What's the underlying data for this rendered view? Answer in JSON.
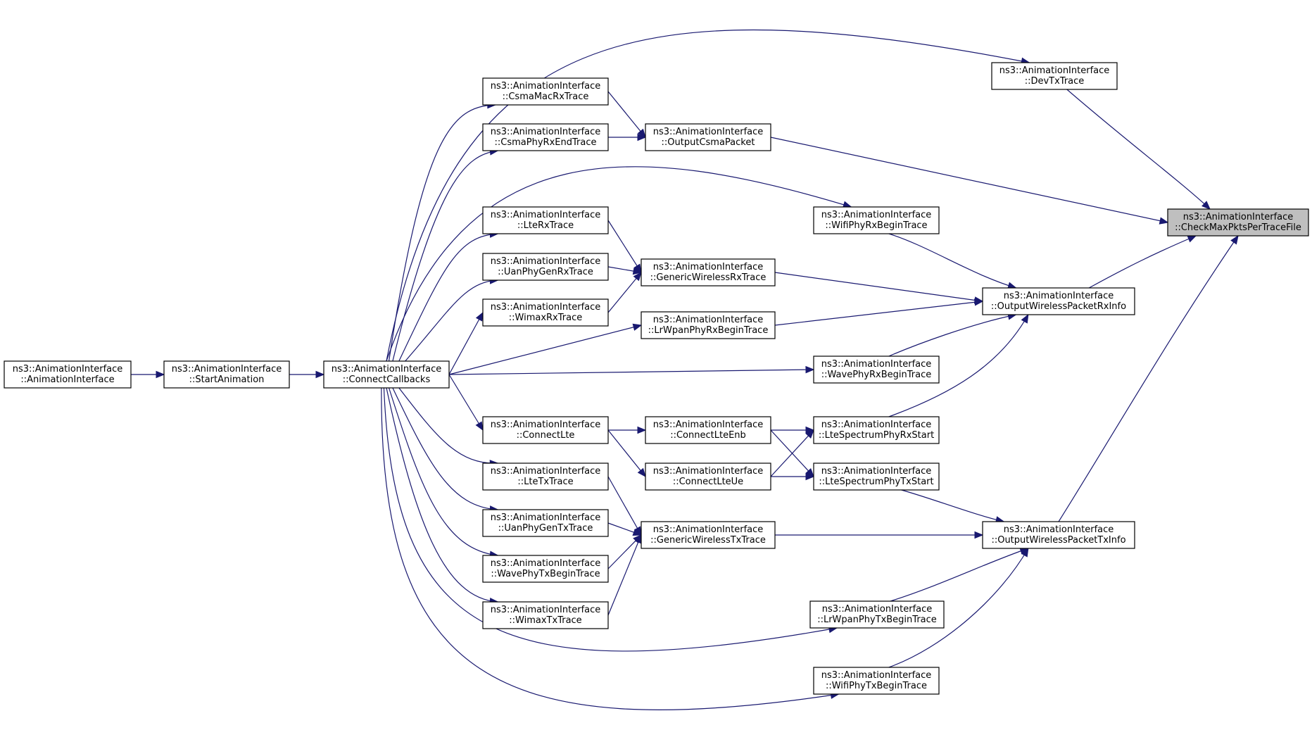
{
  "diagram": {
    "nodes": [
      {
        "id": "ctor",
        "line1": "ns3::AnimationInterface",
        "line2": "::AnimationInterface"
      },
      {
        "id": "startanim",
        "line1": "ns3::AnimationInterface",
        "line2": "::StartAnimation"
      },
      {
        "id": "connectcb",
        "line1": "ns3::AnimationInterface",
        "line2": "::ConnectCallbacks"
      },
      {
        "id": "csmamacrx",
        "line1": "ns3::AnimationInterface",
        "line2": "::CsmaMacRxTrace"
      },
      {
        "id": "csmaphyrxend",
        "line1": "ns3::AnimationInterface",
        "line2": "::CsmaPhyRxEndTrace"
      },
      {
        "id": "lterx",
        "line1": "ns3::AnimationInterface",
        "line2": "::LteRxTrace"
      },
      {
        "id": "uanrx",
        "line1": "ns3::AnimationInterface",
        "line2": "::UanPhyGenRxTrace"
      },
      {
        "id": "wimaxrx",
        "line1": "ns3::AnimationInterface",
        "line2": "::WimaxRxTrace"
      },
      {
        "id": "connectlte",
        "line1": "ns3::AnimationInterface",
        "line2": "::ConnectLte"
      },
      {
        "id": "ltetx",
        "line1": "ns3::AnimationInterface",
        "line2": "::LteTxTrace"
      },
      {
        "id": "uantx",
        "line1": "ns3::AnimationInterface",
        "line2": "::UanPhyGenTxTrace"
      },
      {
        "id": "wavetxbegin",
        "line1": "ns3::AnimationInterface",
        "line2": "::WavePhyTxBeginTrace"
      },
      {
        "id": "wimaxtx",
        "line1": "ns3::AnimationInterface",
        "line2": "::WimaxTxTrace"
      },
      {
        "id": "outcsma",
        "line1": "ns3::AnimationInterface",
        "line2": "::OutputCsmaPacket"
      },
      {
        "id": "genrx",
        "line1": "ns3::AnimationInterface",
        "line2": "::GenericWirelessRxTrace"
      },
      {
        "id": "lrwpanrxbegin",
        "line1": "ns3::AnimationInterface",
        "line2": "::LrWpanPhyRxBeginTrace"
      },
      {
        "id": "connectlteenb",
        "line1": "ns3::AnimationInterface",
        "line2": "::ConnectLteEnb"
      },
      {
        "id": "connectlteue",
        "line1": "ns3::AnimationInterface",
        "line2": "::ConnectLteUe"
      },
      {
        "id": "gentx",
        "line1": "ns3::AnimationInterface",
        "line2": "::GenericWirelessTxTrace"
      },
      {
        "id": "devtx",
        "line1": "ns3::AnimationInterface",
        "line2": "::DevTxTrace"
      },
      {
        "id": "wifirxbegin",
        "line1": "ns3::AnimationInterface",
        "line2": "::WifiPhyRxBeginTrace"
      },
      {
        "id": "waverxbegin",
        "line1": "ns3::AnimationInterface",
        "line2": "::WavePhyRxBeginTrace"
      },
      {
        "id": "ltespecrx",
        "line1": "ns3::AnimationInterface",
        "line2": "::LteSpectrumPhyRxStart"
      },
      {
        "id": "ltespectx",
        "line1": "ns3::AnimationInterface",
        "line2": "::LteSpectrumPhyTxStart"
      },
      {
        "id": "lrwpantxbegin",
        "line1": "ns3::AnimationInterface",
        "line2": "::LrWpanPhyTxBeginTrace"
      },
      {
        "id": "wifitxbegin",
        "line1": "ns3::AnimationInterface",
        "line2": "::WifiPhyTxBeginTrace"
      },
      {
        "id": "outwrx",
        "line1": "ns3::AnimationInterface",
        "line2": "::OutputWirelessPacketRxInfo"
      },
      {
        "id": "outwtx",
        "line1": "ns3::AnimationInterface",
        "line2": "::OutputWirelessPacketTxInfo"
      },
      {
        "id": "checkmax",
        "line1": "ns3::AnimationInterface",
        "line2": "::CheckMaxPktsPerTraceFile",
        "root": true
      }
    ],
    "edges": [
      {
        "from": "ctor",
        "to": "startanim"
      },
      {
        "from": "startanim",
        "to": "connectcb"
      },
      {
        "from": "connectcb",
        "to": "devtx"
      },
      {
        "from": "connectcb",
        "to": "csmamacrx"
      },
      {
        "from": "connectcb",
        "to": "csmaphyrxend"
      },
      {
        "from": "connectcb",
        "to": "wifirxbegin"
      },
      {
        "from": "connectcb",
        "to": "lterx"
      },
      {
        "from": "connectcb",
        "to": "uanrx"
      },
      {
        "from": "connectcb",
        "to": "wimaxrx"
      },
      {
        "from": "connectcb",
        "to": "lrwpanrxbegin"
      },
      {
        "from": "connectcb",
        "to": "waverxbegin"
      },
      {
        "from": "connectcb",
        "to": "connectlte"
      },
      {
        "from": "connectcb",
        "to": "ltetx"
      },
      {
        "from": "connectcb",
        "to": "uantx"
      },
      {
        "from": "connectcb",
        "to": "wavetxbegin"
      },
      {
        "from": "connectcb",
        "to": "wimaxtx"
      },
      {
        "from": "connectcb",
        "to": "lrwpantxbegin"
      },
      {
        "from": "connectcb",
        "to": "wifitxbegin"
      },
      {
        "from": "csmamacrx",
        "to": "outcsma"
      },
      {
        "from": "csmaphyrxend",
        "to": "outcsma"
      },
      {
        "from": "lterx",
        "to": "genrx"
      },
      {
        "from": "uanrx",
        "to": "genrx"
      },
      {
        "from": "wimaxrx",
        "to": "genrx"
      },
      {
        "from": "connectlte",
        "to": "connectlteenb"
      },
      {
        "from": "connectlte",
        "to": "connectlteue"
      },
      {
        "from": "ltetx",
        "to": "gentx"
      },
      {
        "from": "uantx",
        "to": "gentx"
      },
      {
        "from": "wavetxbegin",
        "to": "gentx"
      },
      {
        "from": "wimaxtx",
        "to": "gentx"
      },
      {
        "from": "connectlteenb",
        "to": "ltespecrx"
      },
      {
        "from": "connectlteenb",
        "to": "ltespectx"
      },
      {
        "from": "connectlteue",
        "to": "ltespecrx"
      },
      {
        "from": "connectlteue",
        "to": "ltespectx"
      },
      {
        "from": "outcsma",
        "to": "checkmax"
      },
      {
        "from": "genrx",
        "to": "outwrx"
      },
      {
        "from": "lrwpanrxbegin",
        "to": "outwrx"
      },
      {
        "from": "wifirxbegin",
        "to": "outwrx"
      },
      {
        "from": "waverxbegin",
        "to": "outwrx"
      },
      {
        "from": "ltespecrx",
        "to": "outwrx"
      },
      {
        "from": "gentx",
        "to": "outwtx"
      },
      {
        "from": "ltespectx",
        "to": "outwtx"
      },
      {
        "from": "lrwpantxbegin",
        "to": "outwtx"
      },
      {
        "from": "wifitxbegin",
        "to": "outwtx"
      },
      {
        "from": "devtx",
        "to": "checkmax"
      },
      {
        "from": "outwrx",
        "to": "checkmax"
      },
      {
        "from": "outwtx",
        "to": "checkmax"
      }
    ],
    "colors": {
      "edge": "#191970",
      "root_fill": "#bfbfbf",
      "node_fill": "#ffffff",
      "node_stroke": "#000000"
    }
  }
}
